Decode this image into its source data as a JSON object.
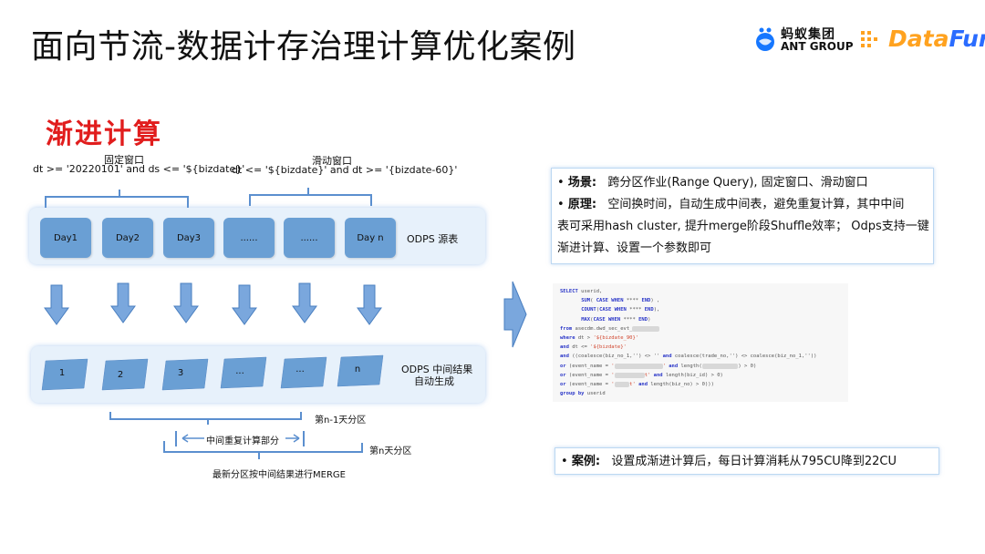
{
  "title": "面向节流-数据计存治理计算优化案例",
  "logos": {
    "ant_cn": "蚂蚁集团",
    "ant_en": "ANT GROUP",
    "datafun_a": "Data",
    "datafun_b": "Fun."
  },
  "section_title": "渐进计算",
  "diagram": {
    "fixed_window_title": "固定窗口",
    "fixed_window_expr": "dt >= '20220101' and  ds <= '${bizdate}'",
    "sliding_window_title": "滑动窗口",
    "sliding_window_expr": "dt <= '${bizdate}' and dt >= '{bizdate-60}'",
    "days": [
      "Day1",
      "Day2",
      "Day3",
      "......",
      "......",
      "Day n"
    ],
    "source_label": "ODPS 源表",
    "results": [
      "1",
      "2",
      "3",
      "...",
      "...",
      "n"
    ],
    "result_label_1": "ODPS 中间结果",
    "result_label_2": "自动生成",
    "n_minus_1_label": "第n-1天分区",
    "overlap_label": "中间重复计算部分",
    "n_label": "第n天分区",
    "merge_label": "最新分区按中间结果进行MERGE"
  },
  "info_box": {
    "scene_label": "场景:",
    "scene_text": "跨分区作业(Range Query), 固定窗口、滑动窗口",
    "principle_label": "原理:",
    "principle_text_1": "空间换时间，自动生成中间表，避免重复计算，其中中间",
    "principle_text_2": "表可采用hash cluster, 提升merge阶段Shuffle效率；  Odps支持一键",
    "principle_text_3": "渐进计算、设置一个参数即可"
  },
  "case_box": {
    "label": "案例:",
    "text": "设置成渐进计算后，每日计算消耗从795CU降到22CU"
  },
  "colors": {
    "title_red": "#e11d1d",
    "box_blue": "#6a9fd4",
    "arrow_blue": "#5b8fcf",
    "band_bg": "#e7f1fb"
  }
}
